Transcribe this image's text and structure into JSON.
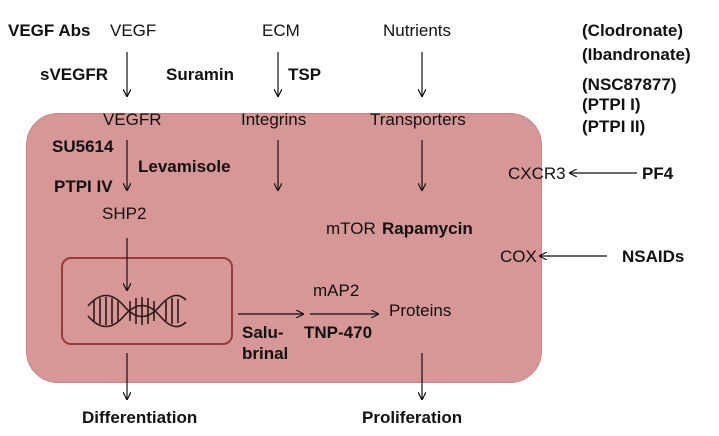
{
  "inputs": {
    "vegf": "VEGF",
    "ecm": "ECM",
    "nutrients": "Nutrients"
  },
  "receptors": {
    "vegfr": "VEGFR",
    "integrins": "Integrins",
    "transporters": "Transporters",
    "cxcr3": "CXCR3",
    "cox": "COX"
  },
  "intracellular": {
    "shp2": "SHP2",
    "mtor": "mTOR",
    "map2": "mAP2",
    "proteins": "Proteins"
  },
  "outcomes": {
    "differentiation": "Differentiation",
    "proliferation": "Proliferation"
  },
  "inhibitors": {
    "vegf_abs": "VEGF Abs",
    "svegfr": "sVEGFR",
    "suramin": "Suramin",
    "tsp": "TSP",
    "su5614": "SU5614",
    "levamisole": "Levamisole",
    "ptpi_iv": "PTPI IV",
    "rapamycin": "Rapamycin",
    "pf4": "PF4",
    "nsaids": "NSAIDs",
    "salubrinal_1": "Salu-",
    "salubrinal_2": "brinal",
    "tnp470": "TNP-470",
    "right_list": [
      "(Clodronate)",
      "(Ibandronate)",
      "(NSC87877)",
      "(PTPI I)",
      "(PTPI II)"
    ]
  },
  "colors": {
    "cell_fill": "#d79797",
    "nucleus_border": "#9b3a3a",
    "dna_color": "#2b1a1a"
  }
}
